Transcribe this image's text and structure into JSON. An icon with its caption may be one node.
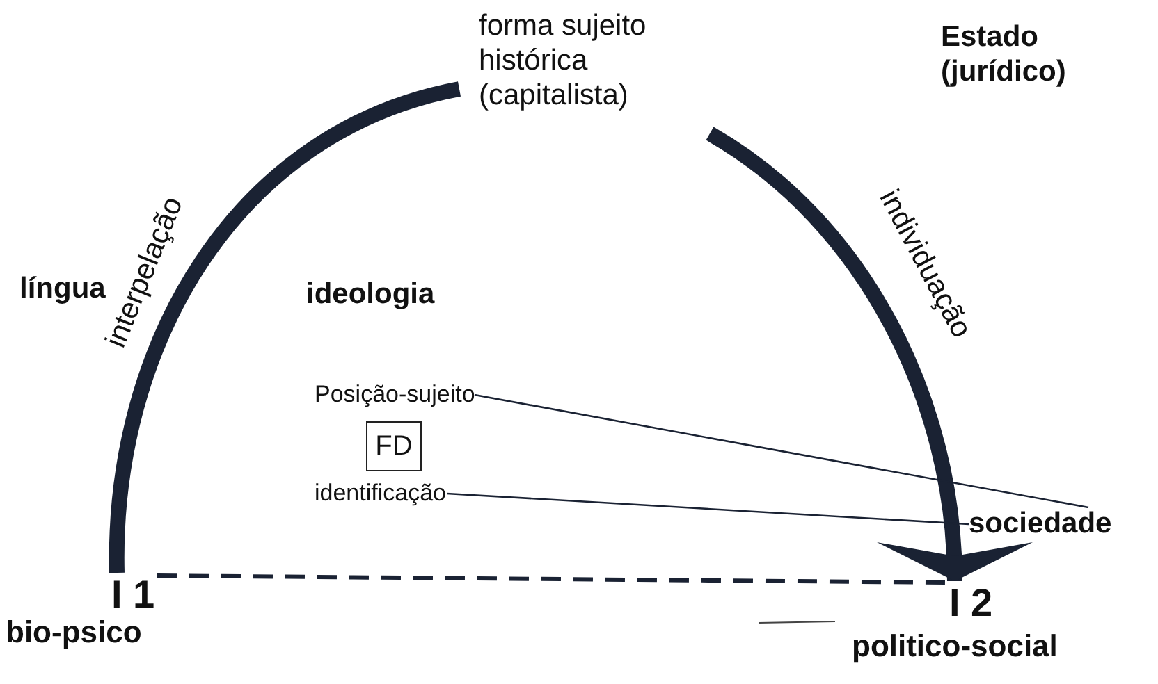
{
  "diagram": {
    "nodes": [
      {
        "text": [
          "I 1"
        ],
        "beside": [
          "bio-psico"
        ]
      },
      {
        "text": [
          "forma sujeito histórica (capitalista)"
        ]
      },
      {
        "text": [
          "I 2"
        ],
        "beside": [
          "politico-social"
        ]
      },
      {
        "text": [
          "Posição-sujeito"
        ]
      },
      {
        "text": [
          "FD"
        ]
      },
      {
        "text": [
          "identificação"
        ]
      },
      {
        "text": [
          "sociedade"
        ]
      }
    ],
    "edges": [
      {
        "from": 0,
        "to": 1,
        "arrow": "none",
        "label": "interpelação",
        "style": "thick"
      },
      {
        "from": 1,
        "to": 2,
        "arrow": "to",
        "label": "individuação",
        "style": "thick"
      },
      {
        "from": 0,
        "to": 2,
        "arrow": "none",
        "style": "dashed"
      },
      {
        "from": 3,
        "to": 6,
        "arrow": "none"
      },
      {
        "from": 5,
        "to": 6,
        "arrow": "none"
      }
    ],
    "labels": [
      "Estado (jurídico)",
      "língua",
      "ideologia"
    ]
  }
}
